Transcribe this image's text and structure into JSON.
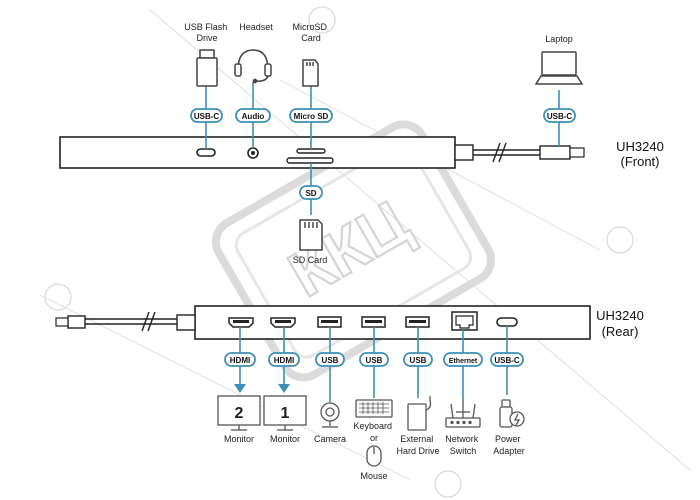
{
  "watermark": {
    "text": "ККЦ",
    "color": "#dcdcdc"
  },
  "colors": {
    "connector": "#3d8fb8",
    "device": "#444444",
    "pill_border": "#3d8fb8"
  },
  "front": {
    "model": "UH3240",
    "side": "(Front)",
    "devices": {
      "usb_flash": [
        "USB Flash",
        "Drive"
      ],
      "headset": [
        "Headset"
      ],
      "microsd": [
        "MicroSD",
        "Card"
      ],
      "laptop": [
        "Laptop"
      ],
      "sd": [
        "SD Card"
      ]
    },
    "ports": {
      "usbc": "USB-C",
      "audio": "Audio",
      "microsd": "Micro SD",
      "sd": "SD",
      "laptop": "USB-C"
    }
  },
  "rear": {
    "model": "UH3240",
    "side": "(Rear)",
    "ports": {
      "hdmi1": "HDMI",
      "hdmi2": "HDMI",
      "usb1": "USB",
      "usb2": "USB",
      "usb3": "USB",
      "ethernet": "Ethernet",
      "usbc": "USB-C"
    },
    "devices": {
      "monitor2": {
        "number": "2",
        "label": [
          "Monitor"
        ]
      },
      "monitor1": {
        "number": "1",
        "label": [
          "Monitor"
        ]
      },
      "camera": [
        "Camera"
      ],
      "keyboard": [
        "Keyboard",
        "or"
      ],
      "mouse": [
        "Mouse"
      ],
      "hdd": [
        "External",
        "Hard Drive"
      ],
      "network": [
        "Network",
        "Switch"
      ],
      "power": [
        "Power",
        "Adapter"
      ]
    }
  }
}
